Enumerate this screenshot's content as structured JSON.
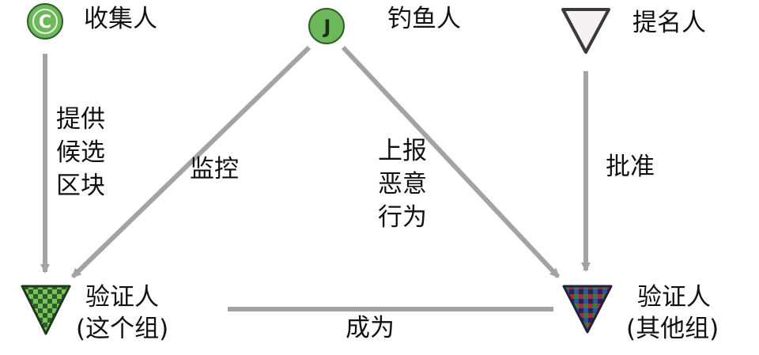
{
  "colors": {
    "arrow": "#a3a3a3",
    "green_dark": "#2f5e2a",
    "green_light": "#79c35d",
    "text": "#111111",
    "proposer_fill": "#f6f1f3",
    "proposer_stroke": "#3a3a3a"
  },
  "icons": {
    "collector": "c-circle-icon",
    "fisherman": "fishhook-circle-icon",
    "nominator": "down-triangle-icon",
    "validator_this": "checkered-triangle-green-icon",
    "validator_other": "checkered-triangle-multicolor-icon"
  },
  "nodes": {
    "collector": {
      "label": "收集人",
      "glyph": "C"
    },
    "fisherman": {
      "label": "钓鱼人",
      "glyph": "J"
    },
    "nominator": {
      "label": "提名人"
    },
    "validator_this": {
      "label_line1": "验证人",
      "label_line2": "(这个组)"
    },
    "validator_other": {
      "label_line1": "验证人",
      "label_line2": "(其他组)"
    }
  },
  "edges": {
    "provide_block": [
      "提供",
      "候选",
      "区块"
    ],
    "monitor": "监控",
    "report": [
      "上报",
      "恶意",
      "行为"
    ],
    "approve": "批准",
    "become": "成为"
  }
}
